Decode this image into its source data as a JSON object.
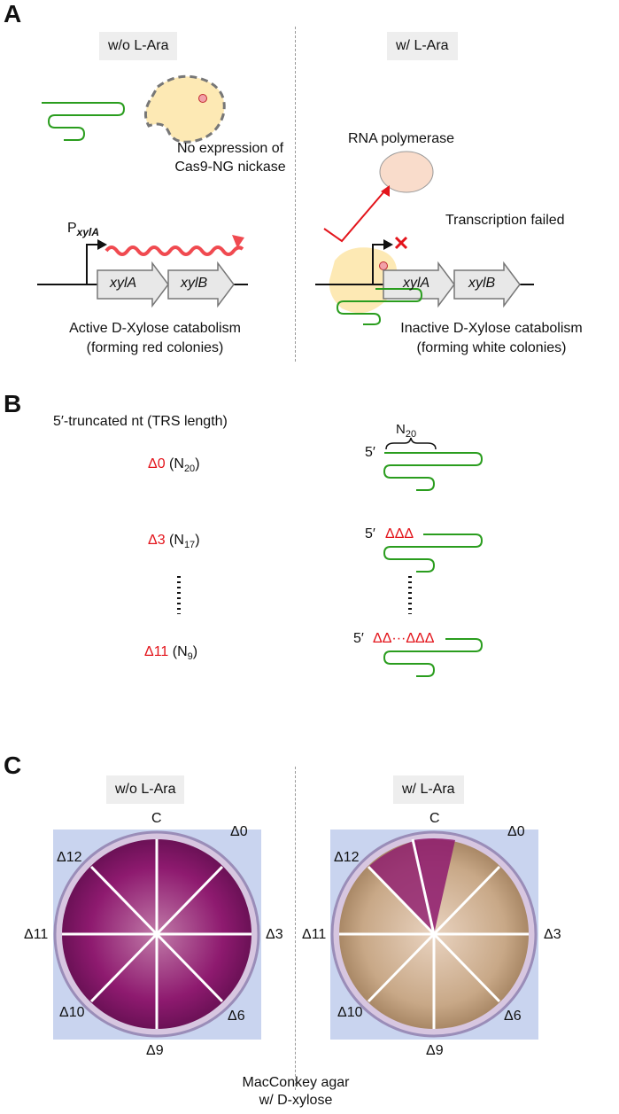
{
  "panel_a": {
    "letter": "A",
    "left_header": "w/o L-Ara",
    "right_header": "w/ L-Ara",
    "no_expression_line1": "No expression of",
    "no_expression_line2": "Cas9-NG nickase",
    "promoter_P": "P",
    "promoter_sub": "xylA",
    "gene1": "xylA",
    "gene2": "xylB",
    "left_caption_line1": "Active D-Xylose catabolism",
    "left_caption_line2": "(forming red colonies)",
    "rna_polymerase": "RNA polymerase",
    "transcription_failed": "Transcription failed",
    "right_caption_line1": "Inactive D-Xylose catabolism",
    "right_caption_line2": "(forming white colonies)"
  },
  "panel_b": {
    "letter": "B",
    "header": "5′-truncated nt (TRS length)",
    "rows": [
      {
        "delta": "Δ0",
        "len_main": "N",
        "len_sub": "20"
      },
      {
        "delta": "Δ3",
        "len_main": "N",
        "len_sub": "17"
      },
      {
        "delta": "Δ11",
        "len_main": "N",
        "len_sub": "9"
      }
    ],
    "prime": "5′",
    "n20_main": "N",
    "n20_sub": "20",
    "row2_deltas": "ΔΔΔ",
    "row3_deltas": "ΔΔ···ΔΔΔ"
  },
  "panel_c": {
    "letter": "C",
    "left_header": "w/o L-Ara",
    "right_header": "w/ L-Ara",
    "plate_labels": {
      "c": "C",
      "d0": "Δ0",
      "d3": "Δ3",
      "d6": "Δ6",
      "d9": "Δ9",
      "d10": "Δ10",
      "d11": "Δ11",
      "d12": "Δ12"
    },
    "caption_line1": "MacConkey agar",
    "caption_line2": "w/ D-xylose"
  },
  "colors": {
    "sgrna_green": "#2a9d1e",
    "accent_red": "#e3141b",
    "cas9_yellow": "#fde9b4",
    "polymerase_pink": "#f9dccb",
    "plate_purple": "#8e1a6f",
    "plate_tan": "#c8a887"
  }
}
